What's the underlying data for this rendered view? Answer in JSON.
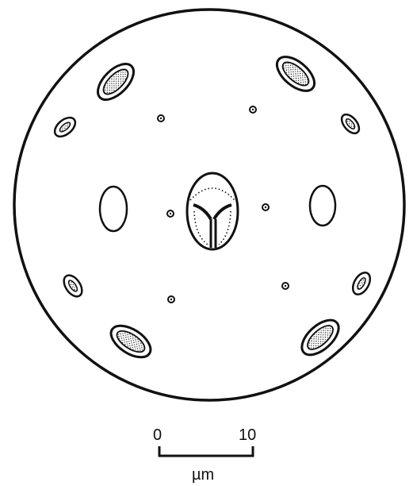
{
  "figure": {
    "ink_color": "#111111",
    "background": "#ffffff"
  },
  "scale_bar": {
    "min_label": "0",
    "max_label": "10",
    "unit": "µm"
  }
}
